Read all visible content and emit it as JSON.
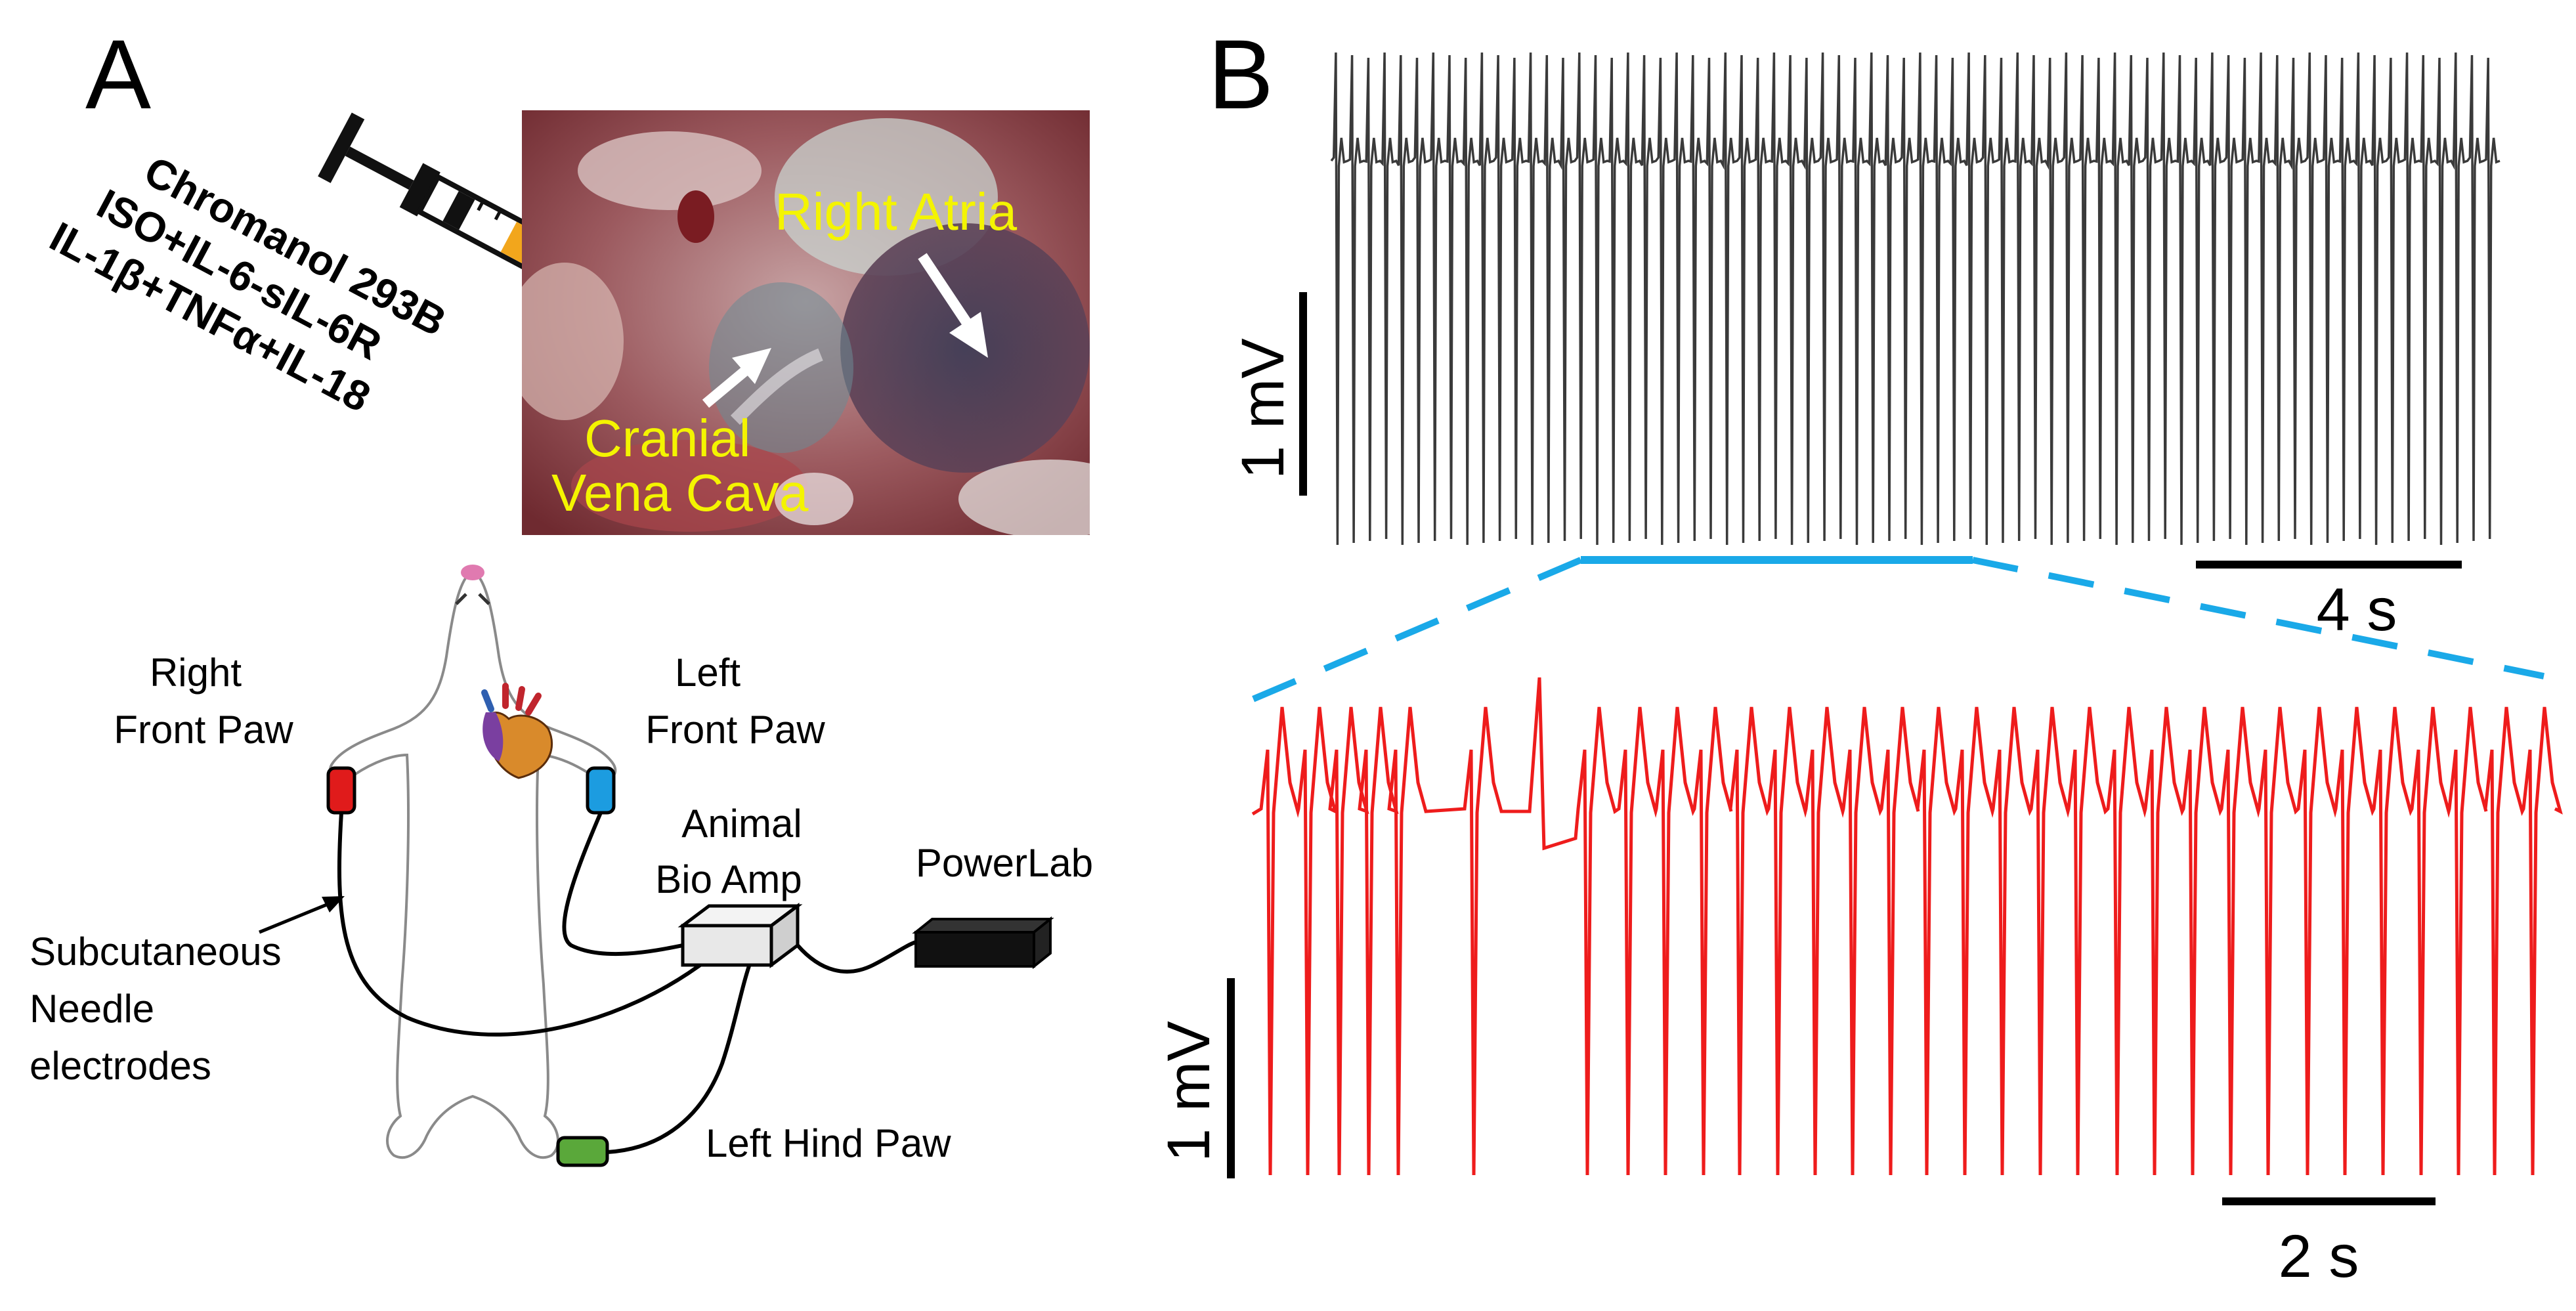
{
  "panel_a": {
    "letter": "A",
    "injection": {
      "line1": "Chromanol 293B",
      "line2": "ISO+IL-6-sIL-6R",
      "line3": "IL-1β+TNFα+IL-18"
    },
    "photo": {
      "right_atria": "Right Atria",
      "cranial": "Cranial",
      "vena_cava": "Vena Cava"
    },
    "schematic": {
      "right_front_paw_1": "Right",
      "right_front_paw_2": "Front Paw",
      "left_front_paw_1": "Left",
      "left_front_paw_2": "Front Paw",
      "amp_1": "Animal",
      "amp_2": "Bio Amp",
      "powerlab": "PowerLab",
      "needle_1": "Subcutaneous",
      "needle_2": "Needle",
      "needle_3": "electrodes",
      "left_hind_paw": "Left Hind Paw"
    },
    "colors": {
      "right_front_electrode": "#e01b1b",
      "left_front_electrode": "#1c9ce0",
      "hind_electrode": "#5aa83a",
      "photo_label": "#f4f400"
    }
  },
  "panel_b": {
    "letter": "B",
    "top_trace": {
      "voltage_scale": "1 mV",
      "time_scale": "4 s",
      "color": "#3a3a3a"
    },
    "zoom_bracket_color": "#1aa9e8",
    "bottom_trace": {
      "voltage_scale": "1 mV",
      "time_scale": "2 s",
      "color": "#ee1c1c"
    }
  }
}
